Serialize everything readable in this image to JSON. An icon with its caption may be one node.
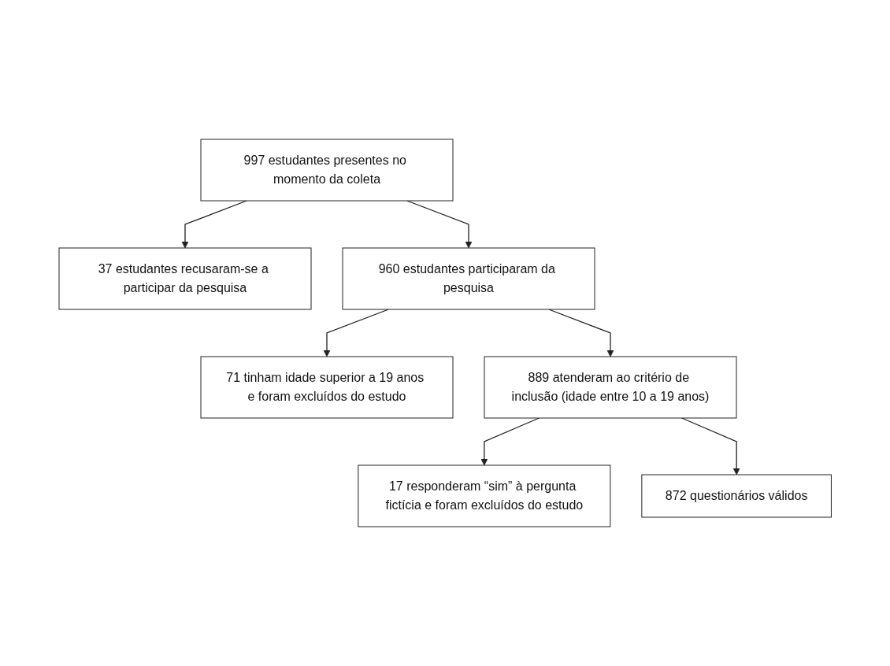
{
  "diagram": {
    "nodes": [
      {
        "text": [
          "997 estudantes presentes no momento da coleta"
        ]
      },
      {
        "text": [
          "37 estudantes recusaram-se a participar da pesquisa"
        ]
      },
      {
        "text": [
          "960 estudantes participaram da pesquisa"
        ]
      },
      {
        "text": [
          "71 tinham idade superior a 19 anos e foram excluídos do estudo"
        ]
      },
      {
        "text": [
          "889 atenderam ao critério de inclusão (idade entre 10 a 19 anos)"
        ]
      },
      {
        "text": [
          "17 responderam “sim” à pergunta fictícia e foram excluídos do estudo"
        ]
      },
      {
        "text": [
          "872 questionários válidos"
        ]
      }
    ],
    "edges": [
      {
        "from": 0,
        "to": 1,
        "arrow": "to"
      },
      {
        "from": 0,
        "to": 2,
        "arrow": "to"
      },
      {
        "from": 2,
        "to": 3,
        "arrow": "to"
      },
      {
        "from": 2,
        "to": 4,
        "arrow": "to"
      },
      {
        "from": 4,
        "to": 5,
        "arrow": "to"
      },
      {
        "from": 4,
        "to": 6,
        "arrow": "to"
      }
    ]
  }
}
